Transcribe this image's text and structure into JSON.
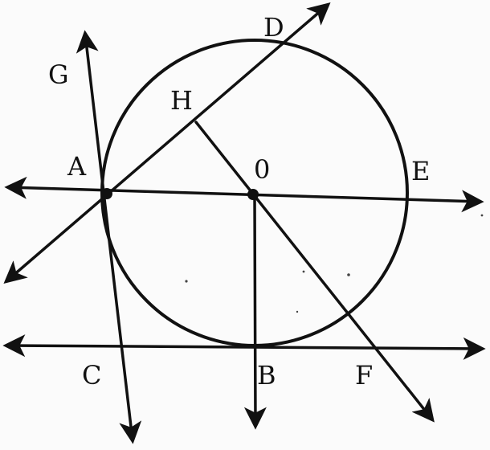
{
  "figure": {
    "labels": {
      "G": "G",
      "D": "D",
      "H": "H",
      "A": "A",
      "O": "0",
      "E": "E",
      "C": "C",
      "B": "B",
      "F": "F"
    }
  },
  "colors": {
    "ink": "#111111",
    "paper": "#fbfbfb"
  }
}
